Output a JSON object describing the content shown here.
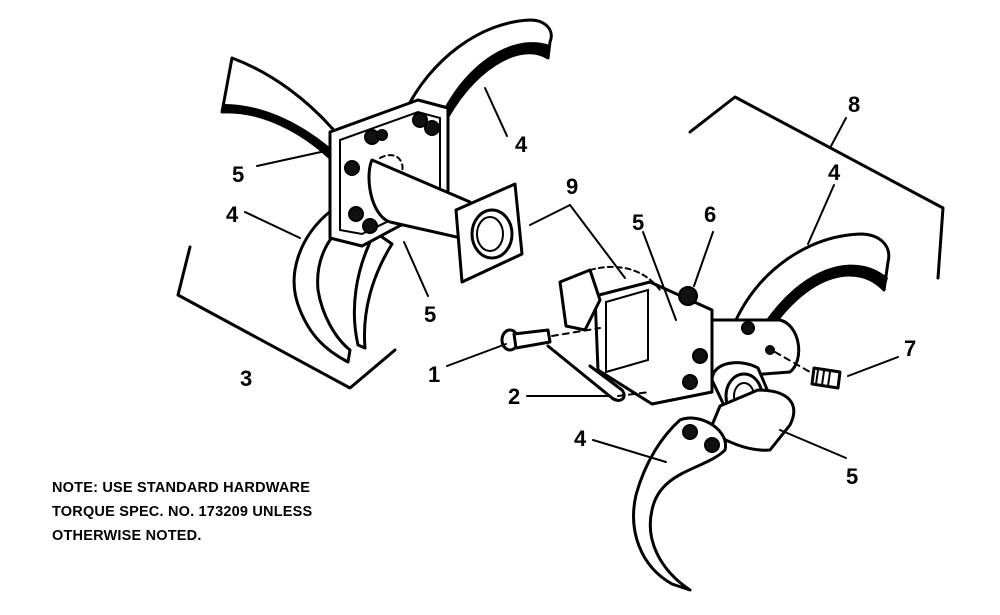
{
  "callouts": {
    "c1": "1",
    "c2": "2",
    "c3": "3",
    "c4a": "4",
    "c4b": "4",
    "c4c": "4",
    "c4d": "4",
    "c5a": "5",
    "c5b": "5",
    "c5c": "5",
    "c5d": "5",
    "c6": "6",
    "c7": "7",
    "c8": "8",
    "c9": "9"
  },
  "note": {
    "line1": "NOTE: USE STANDARD HARDWARE",
    "line2": "TORQUE SPEC. NO. 173209 UNLESS",
    "line3": "OTHERWISE NOTED."
  }
}
